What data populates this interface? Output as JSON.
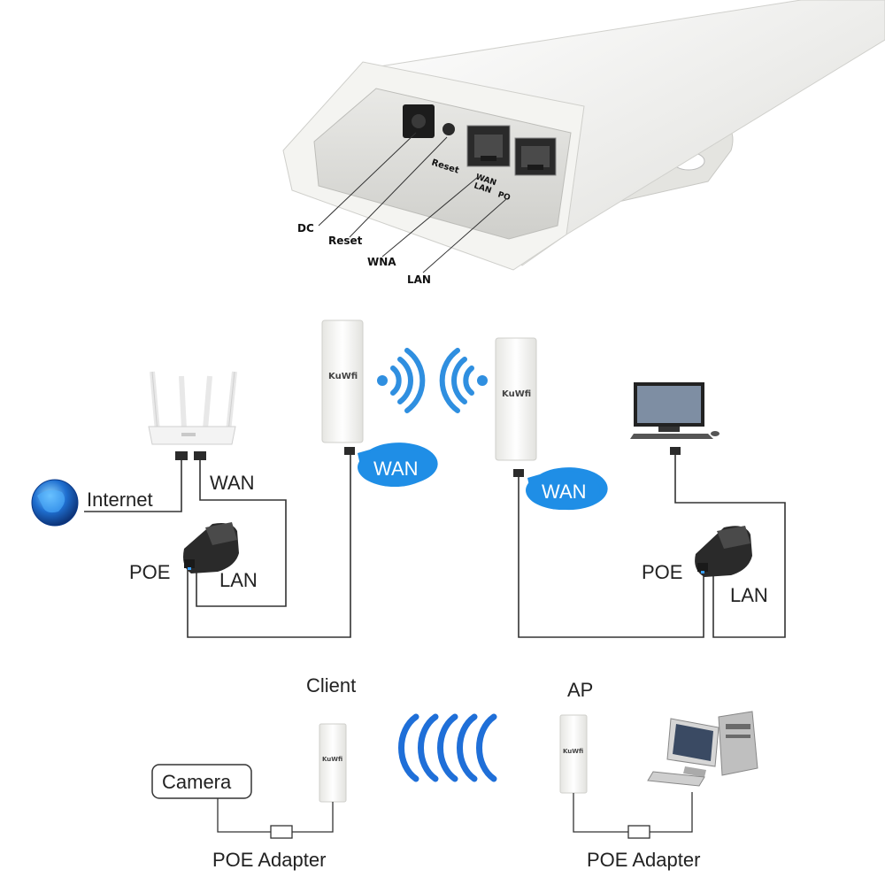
{
  "top_photo": {
    "port_callouts": [
      "DC",
      "Reset",
      "WNA",
      "LAN"
    ],
    "panel_marks": {
      "reset": "Reset",
      "wan": "WAN",
      "lan": "LAN",
      "po": "PO"
    }
  },
  "brand": "KuWfi",
  "middle": {
    "left": {
      "internet": "Internet",
      "wan": "WAN",
      "poe": "POE",
      "lan": "LAN"
    },
    "right": {
      "poe": "POE",
      "lan": "LAN"
    },
    "bubble_left": "WAN",
    "bubble_right": "WAN"
  },
  "bottom": {
    "client": "Client",
    "ap": "AP",
    "camera": "Camera",
    "poe_adapter_left": "POE Adapter",
    "poe_adapter_right": "POE Adapter"
  },
  "colors": {
    "wifi_blue": "#2f8fe0",
    "bubble_blue": "#1f8ee6",
    "wire": "#333333",
    "device_white": "#f6f6f4"
  }
}
